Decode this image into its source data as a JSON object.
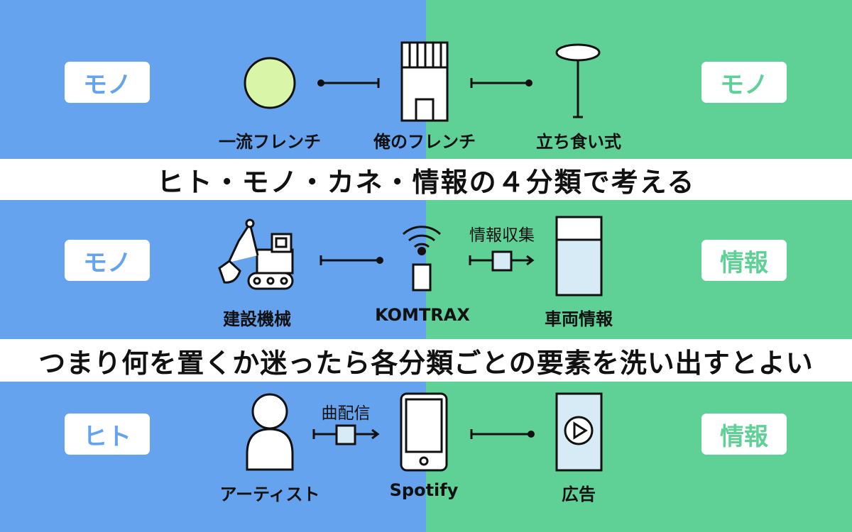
{
  "colors": {
    "blue": "#66a3ee",
    "green": "#5fd197",
    "band": "#ffffff",
    "ink": "#111111",
    "lightgreen": "#d8f5a8",
    "lightblue": "#d7ebf7"
  },
  "row1": {
    "left_tag": "モノ",
    "right_tag": "モノ",
    "items": [
      "一流フレンチ",
      "俺のフレンチ",
      "立ち食い式"
    ],
    "icons": [
      "circle-icon",
      "building-icon",
      "standing-table-icon"
    ]
  },
  "band1": {
    "text": "ヒト・モノ・カネ・情報の４分類で考える"
  },
  "row2": {
    "left_tag": "モノ",
    "right_tag": "情報",
    "items": [
      "建設機械",
      "KOMTRAX",
      "車両情報"
    ],
    "flow_label": "情報収集",
    "icons": [
      "excavator-icon",
      "wifi-transmitter-icon",
      "data-container-icon"
    ]
  },
  "band2": {
    "text": "つまり何を置くか迷ったら各分類ごとの要素を洗い出すとよい"
  },
  "row3": {
    "left_tag": "ヒト",
    "right_tag": "情報",
    "items": [
      "アーティスト",
      "Spotify",
      "広告"
    ],
    "flow_label": "曲配信",
    "icons": [
      "person-icon",
      "smartphone-icon",
      "video-ad-icon"
    ]
  }
}
